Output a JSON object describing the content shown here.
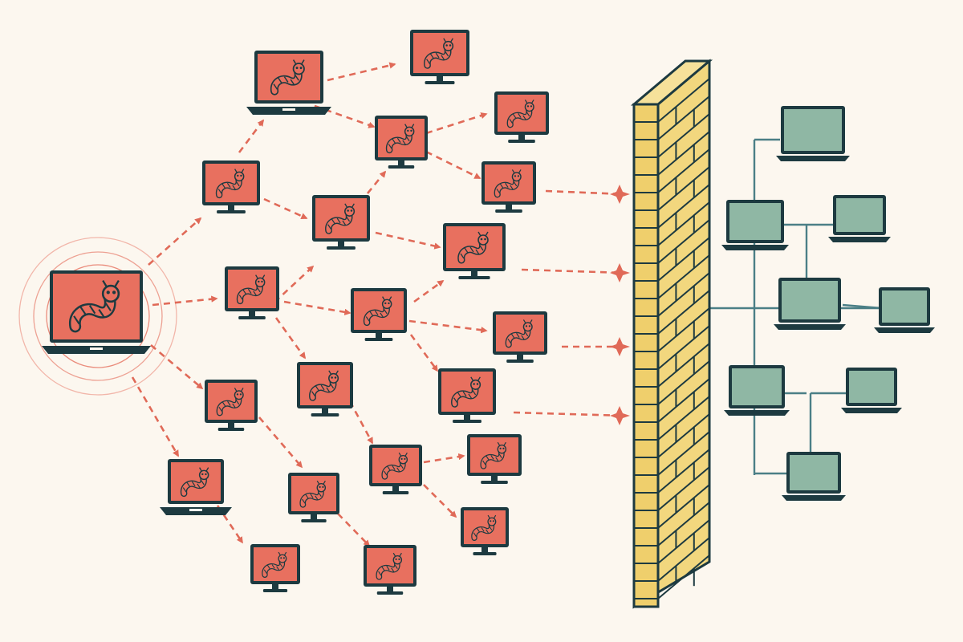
{
  "colors": {
    "background": "#fcf7ef",
    "outline": "#1d3a40",
    "infected_screen": "#e8705f",
    "worm_body": "#e8705f",
    "attack_arrow": "#e06a58",
    "wall_brick": "#efcf6c",
    "protected_screen": "#8fb7a4",
    "network_line": "#4b7f86",
    "pulse_ring": "#e8806f"
  },
  "icons": {
    "patient_zero": "laptop-worm-icon",
    "infected": "monitor-worm-icon",
    "infected_laptop": "laptop-worm-icon",
    "barrier": "firewall-brick-wall",
    "protected": "monitor-clean-icon"
  },
  "infected_hosts": [
    "host-1",
    "host-2",
    "host-3",
    "host-4",
    "host-5",
    "host-6",
    "host-7",
    "host-8",
    "host-9",
    "host-10",
    "host-11",
    "host-12",
    "host-13",
    "host-14",
    "host-15",
    "host-16",
    "host-17",
    "host-18",
    "host-19",
    "host-20",
    "host-21",
    "host-22"
  ],
  "protected_hosts": [
    "pc-1",
    "pc-2",
    "pc-3",
    "pc-4",
    "pc-5",
    "pc-6",
    "pc-7",
    "pc-8"
  ],
  "blocked_attacks": 4
}
